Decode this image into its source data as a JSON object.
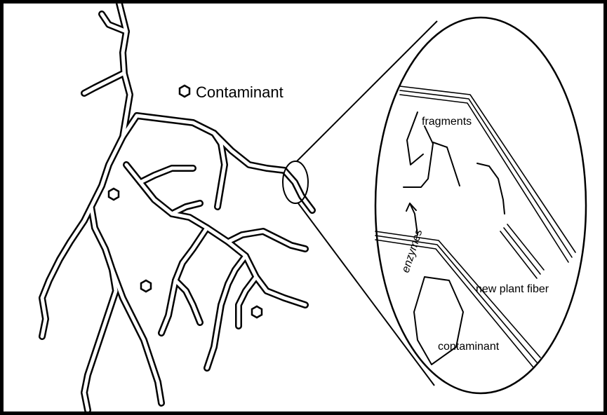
{
  "labels": {
    "contaminant_legend": "Contaminant",
    "fragments": "fragments",
    "enzymes": "enzymes",
    "new_plant_fiber": "new plant fiber",
    "contaminant": "contaminant"
  },
  "colors": {
    "ink": "#000000",
    "background": "#ffffff",
    "frame": "#000000"
  }
}
